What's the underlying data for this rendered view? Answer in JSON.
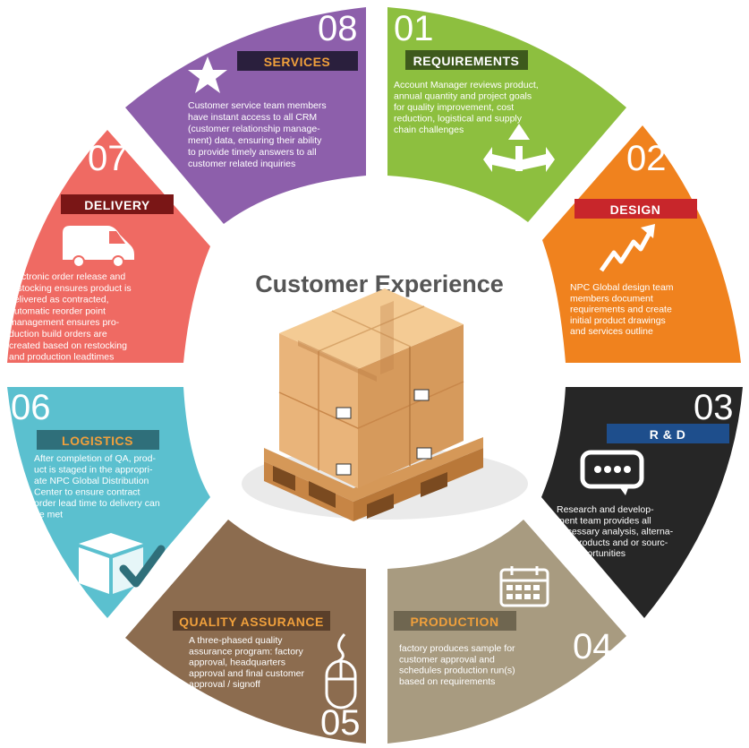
{
  "center_title": "Customer Experience",
  "colors": {
    "requirements": "#8dbf3f",
    "design": "#f0821e",
    "rnd": "#262626",
    "production": "#a89b80",
    "quality": "#8c6c4f",
    "logistics": "#5bc0cf",
    "delivery": "#ef6a63",
    "services": "#8d5fab"
  },
  "segments": [
    {
      "key": "requirements",
      "number": "01",
      "title": "REQUIREMENTS",
      "icon": "arrows-split-icon",
      "lines": [
        "Account Manager reviews product,",
        "annual quantity and project goals",
        "for quality improvement, cost",
        "reduction, logistical and supply",
        "chain challenges"
      ]
    },
    {
      "key": "design",
      "number": "02",
      "title": "DESIGN",
      "icon": "trend-arrow-icon",
      "lines": [
        "NPC Global design team",
        "members document",
        "requirements and create",
        "initial product drawings",
        "and services outline"
      ]
    },
    {
      "key": "rnd",
      "number": "03",
      "title": "R & D",
      "icon": "chat-bubble-icon",
      "lines": [
        "Research and develop-",
        "ment team provides all",
        "necessary analysis, alterna-",
        "tive products and or sourc-",
        "ing opportunities"
      ]
    },
    {
      "key": "production",
      "number": "04",
      "title": "PRODUCTION",
      "icon": "calendar-icon",
      "lines": [
        "factory produces sample for",
        "customer approval and",
        "schedules production run(s)",
        "based on requirements"
      ]
    },
    {
      "key": "quality",
      "number": "05",
      "title": "QUALITY ASSURANCE",
      "icon": "mouse-icon",
      "lines": [
        "A three-phased quality",
        "assurance program: factory",
        "approval, headquarters",
        "approval and final customer",
        "approval / signoff"
      ]
    },
    {
      "key": "logistics",
      "number": "06",
      "title": "LOGISTICS",
      "icon": "box-check-icon",
      "lines": [
        "After completion of QA,  prod-",
        "uct is staged in the appropri-",
        "ate NPC Global Distribution",
        "Center to ensure contract",
        "order lead time to delivery can",
        "be met"
      ]
    },
    {
      "key": "delivery",
      "number": "07",
      "title": "DELIVERY",
      "icon": "van-icon",
      "lines": [
        "electronic order release and",
        "restocking ensures product is",
        "delivered as contracted,",
        "automatic reorder point",
        "management ensures pro-",
        "duction build orders are",
        "created based on restocking",
        "and production leadtimes"
      ]
    },
    {
      "key": "services",
      "number": "08",
      "title": "SERVICES",
      "icon": "star-icon",
      "lines": [
        "Customer service team members",
        "have instant access to all CRM",
        "(customer relationship manage-",
        "ment) data, ensuring their ability",
        "to provide timely answers to all",
        "customer related inquiries"
      ]
    }
  ]
}
